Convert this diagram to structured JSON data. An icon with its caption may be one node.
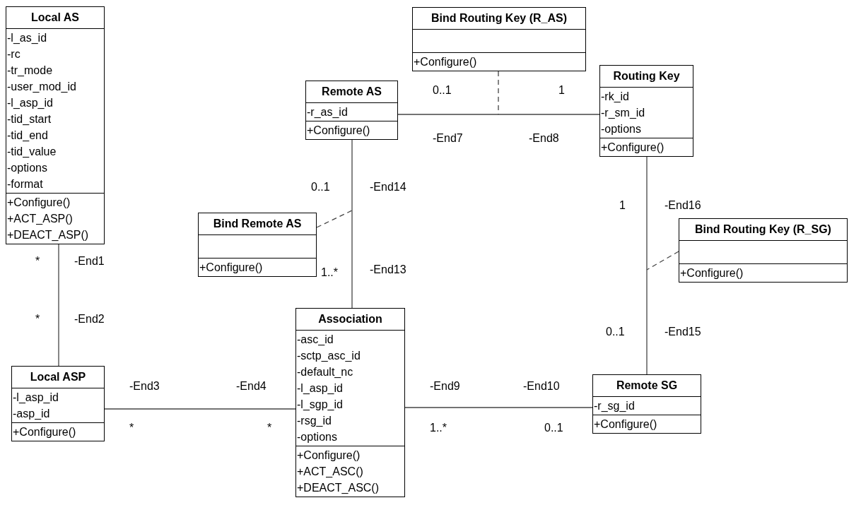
{
  "diagram": {
    "nodes": [
      {
        "text": [
          "Local AS",
          "-l_as_id -rc -tr_mode -user_mod_id -l_asp_id -tid_start -tid_end -tid_value -options -format",
          "+Configure() +ACT_ASP() +DEACT_ASP()"
        ]
      },
      {
        "text": [
          "Bind Routing Key (R_AS)",
          "+Configure()"
        ]
      },
      {
        "text": [
          "Remote AS",
          "-r_as_id",
          "+Configure()"
        ]
      },
      {
        "text": [
          "Routing Key",
          "-rk_id -r_sm_id -options",
          "+Configure()"
        ]
      },
      {
        "text": [
          "Bind Remote AS",
          "+Configure()"
        ]
      },
      {
        "text": [
          "Bind Routing Key (R_SG)",
          "+Configure()"
        ]
      },
      {
        "text": [
          "Association",
          "-asc_id -sctp_asc_id -default_nc -l_asp_id -l_sgp_id -rsg_id -options",
          "+Configure() +ACT_ASC() +DEACT_ASC()"
        ]
      },
      {
        "text": [
          "Local ASP",
          "-l_asp_id -asp_id",
          "+Configure()"
        ]
      },
      {
        "text": [
          "Remote SG",
          "-r_sg_id",
          "+Configure()"
        ]
      }
    ],
    "edges": [
      {
        "from": 0,
        "to": 7,
        "arrow": "none"
      },
      {
        "from": 7,
        "to": 6,
        "arrow": "none"
      },
      {
        "from": 2,
        "to": 3,
        "arrow": "none"
      },
      {
        "from": 2,
        "to": 6,
        "arrow": "none"
      },
      {
        "from": 6,
        "to": 8,
        "arrow": "none"
      },
      {
        "from": 3,
        "to": 8,
        "arrow": "none"
      },
      {
        "from": 1,
        "to": null,
        "arrow": "none",
        "style": "dashed"
      },
      {
        "from": 4,
        "to": null,
        "arrow": "none",
        "style": "dashed"
      },
      {
        "from": 5,
        "to": null,
        "arrow": "none",
        "style": "dashed"
      }
    ],
    "labels": [
      "0..1",
      "1",
      "-End7",
      "-End8",
      "0..1",
      "-End14",
      "1",
      "-End16",
      "*",
      "-End1",
      "1..*",
      "-End13",
      "*",
      "-End2",
      "0..1",
      "-End15",
      "-End3",
      "-End4",
      "-End9",
      "-End10",
      "*",
      "*",
      "1..*",
      "0..1"
    ]
  }
}
